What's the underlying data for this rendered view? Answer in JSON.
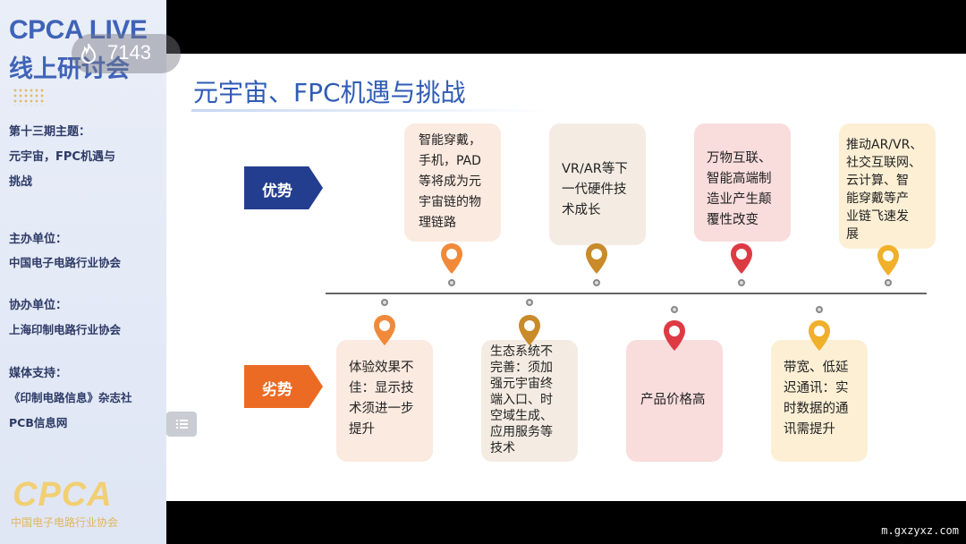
{
  "sidebar": {
    "brand_line1": "CPCA LIVE",
    "brand_line2": "线上研讨会",
    "topic_label": "第十三期主题：",
    "topic_line1": "元宇宙，FPC机遇与",
    "topic_line2": "挑战",
    "host_label": "主办单位：",
    "host_value": "中国电子电路行业协会",
    "cohost_label": "协办单位：",
    "cohost_value": "上海印制电路行业协会",
    "media_label": "媒体支持：",
    "media_value1": "《印制电路信息》杂志社",
    "media_value2": "PCB信息网",
    "logo_text": "CPCA",
    "logo_subtext": "中国电子电路行业协会"
  },
  "viewer": {
    "count": "7143",
    "icon": "flame-icon"
  },
  "slide": {
    "title": "元宇宙、FPC机遇与挑战",
    "advantages_label": "优势",
    "disadvantages_label": "劣势",
    "advantages": [
      {
        "text": "智能穿戴，\n手机，PAD\n等将成为元\n宇宙链的物\n理链路",
        "pin_color": "#f08a3a"
      },
      {
        "text": "VR/AR等下\n一代硬件技\n术成长",
        "pin_color": "#c98a2a"
      },
      {
        "text": "万物互联、\n智能高端制\n造业产生颠\n覆性改变",
        "pin_color": "#dd3b44"
      },
      {
        "text": "推动AR/VR、\n社交互联网、\n云计算、智\n能穿戴等产\n业链飞速发\n展",
        "pin_color": "#f0b02a"
      }
    ],
    "disadvantages": [
      {
        "text": "体验效果不\n佳：显示技\n术须进一步\n提升",
        "pin_color": "#f08a3a"
      },
      {
        "text": "生态系统不\n完善：须加\n强元宇宙终\n端入口、时\n空域生成、\n应用服务等\n技术",
        "pin_color": "#c98a2a"
      },
      {
        "text": "产品价格高",
        "pin_color": "#dd3b44"
      },
      {
        "text": "带宽、低延\n迟通讯：实\n时数据的通\n讯需提升",
        "pin_color": "#f0b02a"
      }
    ]
  },
  "colors": {
    "advantage_tag": "#233e8e",
    "disadvantage_tag": "#ec6b24",
    "title": "#2f5bb6"
  },
  "watermark": "m.gxzyxz.com",
  "menu_icon": "list-menu-icon"
}
